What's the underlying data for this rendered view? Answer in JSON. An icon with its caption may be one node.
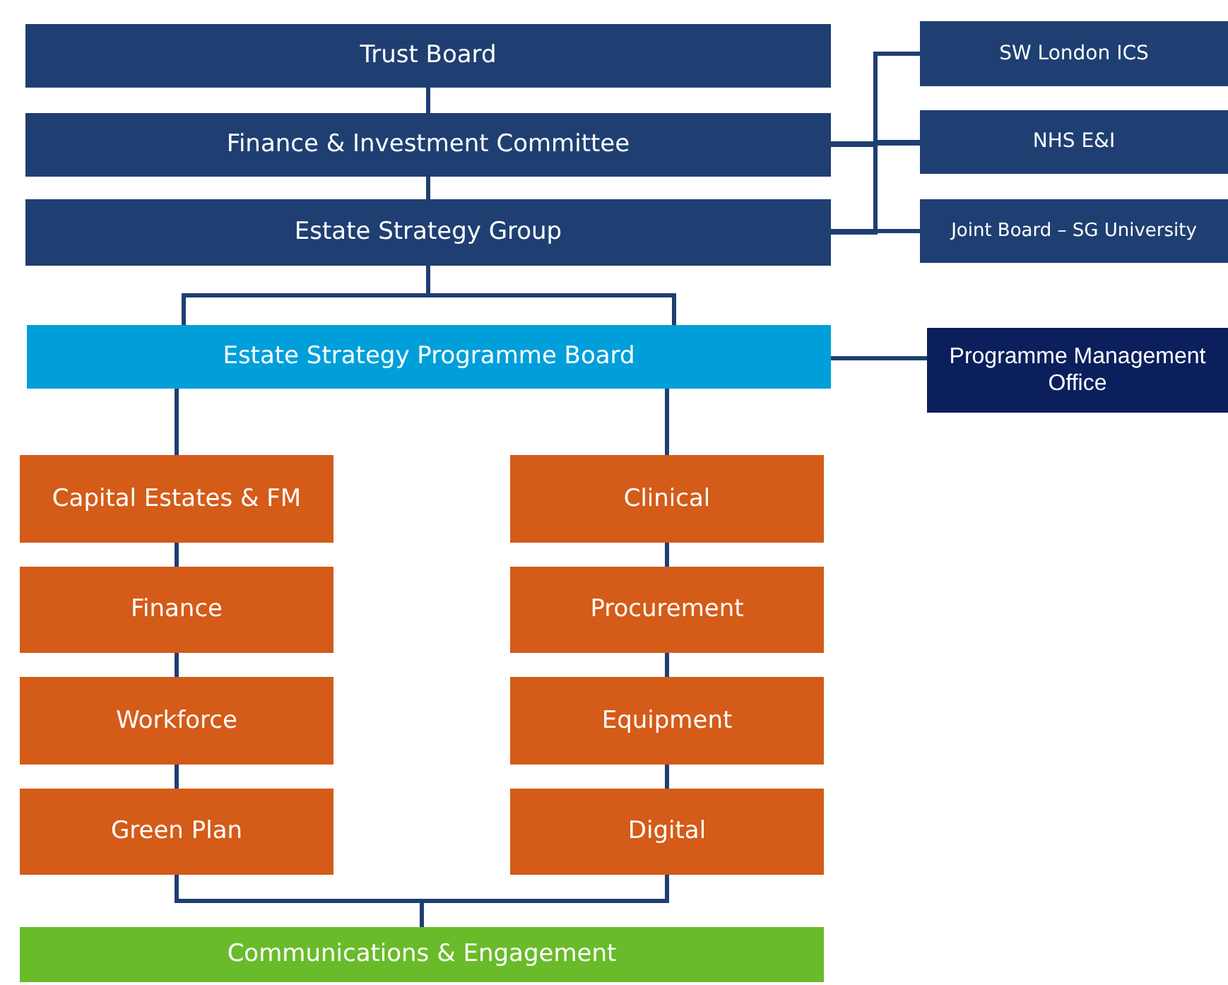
{
  "diagram": {
    "nodes": [
      {
        "text": [
          "Trust Board"
        ]
      },
      {
        "text": [
          "Finance & Investment Committee"
        ]
      },
      {
        "text": [
          "Estate Strategy Group"
        ]
      },
      {
        "text": [
          "SW London ICS"
        ]
      },
      {
        "text": [
          "NHS E&I"
        ]
      },
      {
        "text": [
          "Joint Board – SG University"
        ]
      },
      {
        "text": [
          "Estate Strategy Programme Board"
        ]
      },
      {
        "text": [
          "Programme Management Office"
        ]
      },
      {
        "text": [
          "Capital Estates & FM"
        ]
      },
      {
        "text": [
          "Finance"
        ]
      },
      {
        "text": [
          "Workforce"
        ]
      },
      {
        "text": [
          "Green Plan"
        ]
      },
      {
        "text": [
          "Clinical"
        ]
      },
      {
        "text": [
          "Procurement"
        ]
      },
      {
        "text": [
          "Equipment"
        ]
      },
      {
        "text": [
          "Digital"
        ]
      },
      {
        "text": [
          "Communications & Engagement"
        ]
      }
    ],
    "edges": [
      {
        "from": 0,
        "to": 1,
        "arrow": "none"
      },
      {
        "from": 1,
        "to": 2,
        "arrow": "none"
      },
      {
        "from": 1,
        "to": 3,
        "arrow": "none"
      },
      {
        "from": 1,
        "to": 4,
        "arrow": "none"
      },
      {
        "from": 1,
        "to": 5,
        "arrow": "none"
      },
      {
        "from": 2,
        "to": 3,
        "arrow": "none"
      },
      {
        "from": 2,
        "to": 4,
        "arrow": "none"
      },
      {
        "from": 2,
        "to": 5,
        "arrow": "none"
      },
      {
        "from": 2,
        "to": 6,
        "arrow": "none"
      },
      {
        "from": 6,
        "to": 7,
        "arrow": "none"
      },
      {
        "from": 6,
        "to": 8,
        "arrow": "none"
      },
      {
        "from": 6,
        "to": 12,
        "arrow": "none"
      },
      {
        "from": 8,
        "to": 9,
        "arrow": "none"
      },
      {
        "from": 9,
        "to": 10,
        "arrow": "none"
      },
      {
        "from": 10,
        "to": 11,
        "arrow": "none"
      },
      {
        "from": 12,
        "to": 13,
        "arrow": "none"
      },
      {
        "from": 13,
        "to": 14,
        "arrow": "none"
      },
      {
        "from": 14,
        "to": 15,
        "arrow": "none"
      },
      {
        "from": 11,
        "to": 16,
        "arrow": "none"
      },
      {
        "from": 15,
        "to": 16,
        "arrow": "none"
      }
    ]
  }
}
